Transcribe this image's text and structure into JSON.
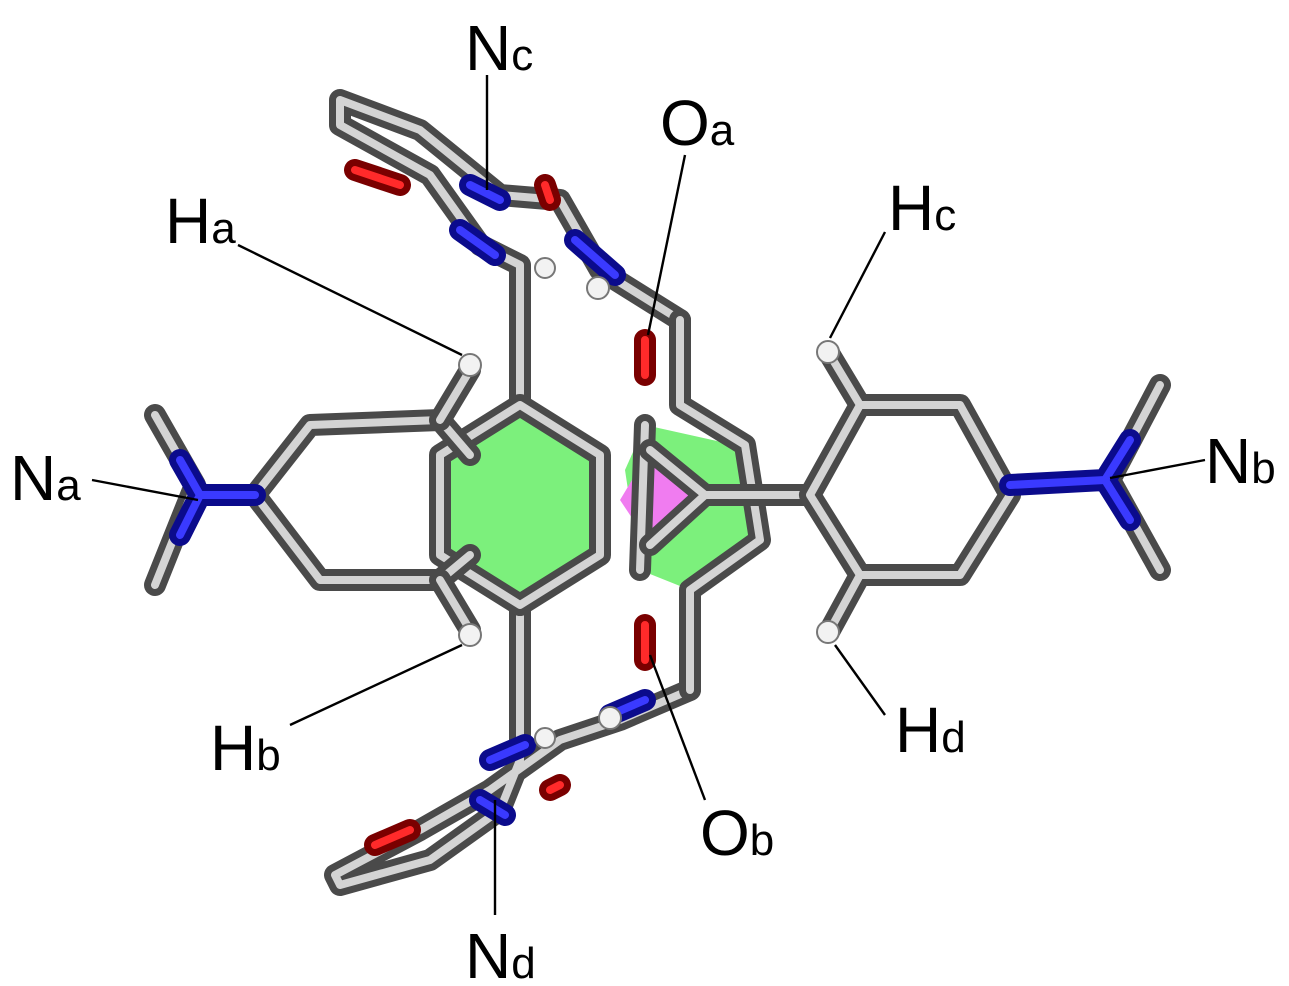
{
  "colors": {
    "background": "#ffffff",
    "carbon": "#6e6e6e",
    "nitrogen": "#1a1aff",
    "oxygen": "#e00000",
    "hydrogen": "#f2f2f2",
    "ring_green": "#7cf07c",
    "ring_magenta": "#f07cf0"
  },
  "labels": {
    "Nc": {
      "main": "N",
      "sub": "c"
    },
    "Oa": {
      "main": "O",
      "sub": "a"
    },
    "Ha": {
      "main": "H",
      "sub": "a"
    },
    "Hc": {
      "main": "H",
      "sub": "c"
    },
    "Na": {
      "main": "N",
      "sub": "a"
    },
    "Nb": {
      "main": "N",
      "sub": "b"
    },
    "Hb": {
      "main": "H",
      "sub": "b"
    },
    "Hd": {
      "main": "H",
      "sub": "d"
    },
    "Ob": {
      "main": "O",
      "sub": "b"
    },
    "Nd": {
      "main": "N",
      "sub": "d"
    }
  }
}
